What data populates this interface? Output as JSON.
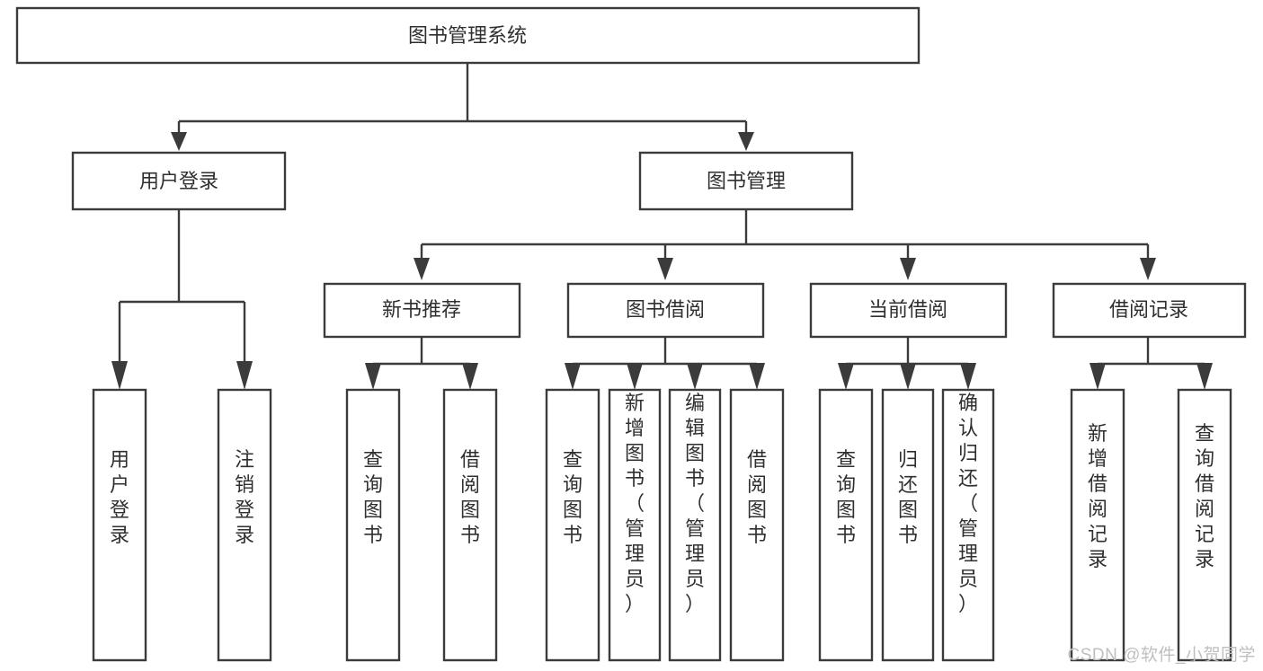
{
  "diagram": {
    "type": "tree-hierarchy",
    "title": "图书管理系统",
    "watermark": "CSDN @软件_小贺同学",
    "colors": {
      "stroke": "#3b3b3b",
      "text": "#2f2f2f",
      "background": "#ffffff",
      "watermark": "#bfbfbf"
    },
    "levels": {
      "root": {
        "label": "图书管理系统"
      },
      "level2": [
        {
          "id": "user-login",
          "label": "用户登录"
        },
        {
          "id": "book-management",
          "label": "图书管理"
        }
      ],
      "level3": [
        {
          "id": "new-book-recommend",
          "label": "新书推荐"
        },
        {
          "id": "book-borrow",
          "label": "图书借阅"
        },
        {
          "id": "current-borrow",
          "label": "当前借阅"
        },
        {
          "id": "borrow-record",
          "label": "借阅记录"
        }
      ],
      "leaves": {
        "user-login": [
          {
            "id": "leaf-user-login",
            "label": "用户登录"
          },
          {
            "id": "leaf-logout-login",
            "label": "注销登录"
          }
        ],
        "new-book-recommend": [
          {
            "id": "leaf-query-book-1",
            "label": "查询图书"
          },
          {
            "id": "leaf-borrow-book-1",
            "label": "借阅图书"
          }
        ],
        "book-borrow": [
          {
            "id": "leaf-query-book-2",
            "label": "查询图书"
          },
          {
            "id": "leaf-add-book",
            "label": "新增图书（管理员）"
          },
          {
            "id": "leaf-edit-book",
            "label": "编辑图书（管理员）"
          },
          {
            "id": "leaf-borrow-book-2",
            "label": "借阅图书"
          }
        ],
        "current-borrow": [
          {
            "id": "leaf-query-book-3",
            "label": "查询图书"
          },
          {
            "id": "leaf-return-book",
            "label": "归还图书"
          },
          {
            "id": "leaf-confirm-return",
            "label": "确认归还（管理员）"
          }
        ],
        "borrow-record": [
          {
            "id": "leaf-add-record",
            "label": "新增借阅记录"
          },
          {
            "id": "leaf-query-record",
            "label": "查询借阅记录"
          }
        ]
      }
    }
  }
}
